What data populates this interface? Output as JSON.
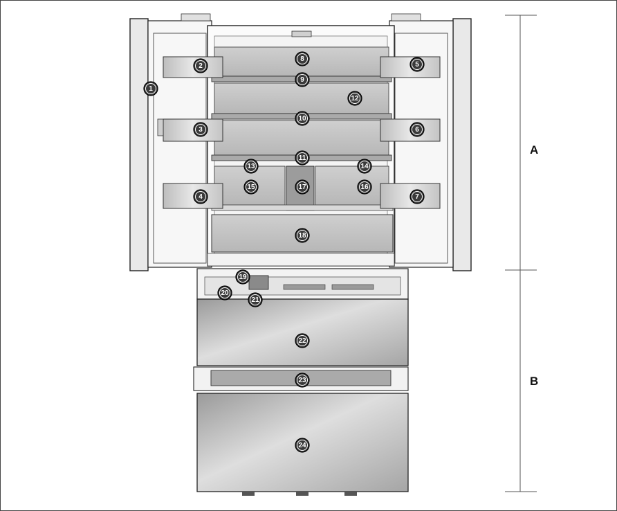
{
  "sections": [
    {
      "id": "A",
      "label": "A"
    },
    {
      "id": "B",
      "label": "B"
    }
  ],
  "callouts": [
    {
      "n": "1",
      "label": "1"
    },
    {
      "n": "2",
      "label": "2"
    },
    {
      "n": "3",
      "label": "3"
    },
    {
      "n": "4",
      "label": "4"
    },
    {
      "n": "5",
      "label": "5"
    },
    {
      "n": "6",
      "label": "6"
    },
    {
      "n": "7",
      "label": "7"
    },
    {
      "n": "8",
      "label": "8"
    },
    {
      "n": "9",
      "label": "9"
    },
    {
      "n": "10",
      "label": "10"
    },
    {
      "n": "11",
      "label": "11"
    },
    {
      "n": "12",
      "label": "12"
    },
    {
      "n": "13",
      "label": "13"
    },
    {
      "n": "14",
      "label": "14"
    },
    {
      "n": "15",
      "label": "15"
    },
    {
      "n": "16",
      "label": "16"
    },
    {
      "n": "17",
      "label": "17"
    },
    {
      "n": "18",
      "label": "18"
    },
    {
      "n": "19",
      "label": "19"
    },
    {
      "n": "20",
      "label": "20"
    },
    {
      "n": "21",
      "label": "21"
    },
    {
      "n": "22",
      "label": "22"
    },
    {
      "n": "23",
      "label": "23"
    },
    {
      "n": "24",
      "label": "24"
    }
  ]
}
